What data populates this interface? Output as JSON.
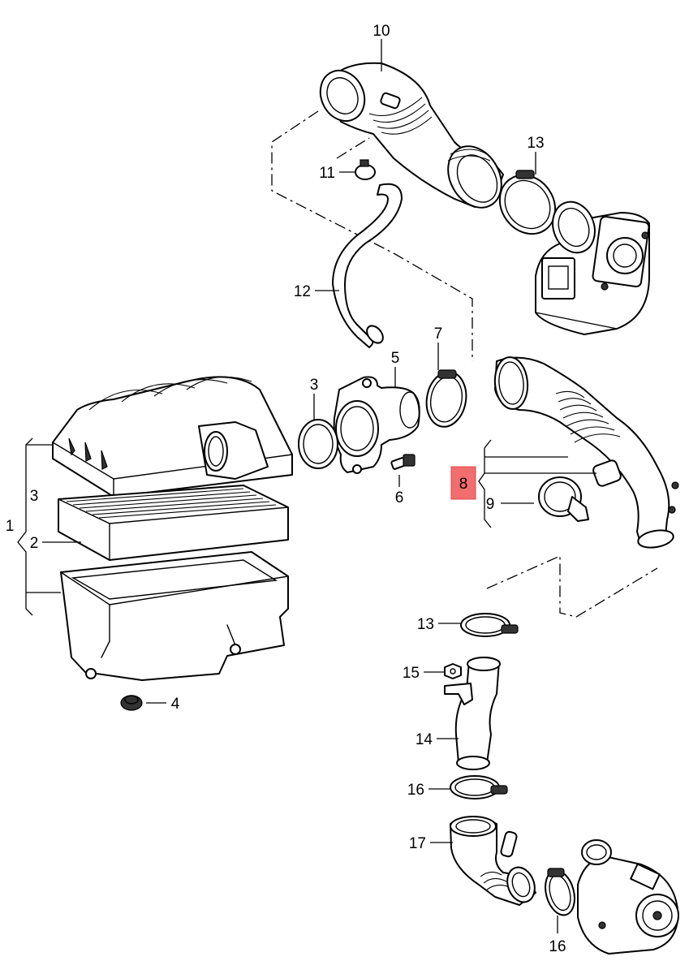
{
  "diagram": {
    "highlight_color": "#f26d6d",
    "callouts": [
      {
        "id": "c10",
        "text": "10"
      },
      {
        "id": "c11",
        "text": "11"
      },
      {
        "id": "c12",
        "text": "12"
      },
      {
        "id": "c13a",
        "text": "13"
      },
      {
        "id": "c7",
        "text": "7"
      },
      {
        "id": "c5",
        "text": "5"
      },
      {
        "id": "c3a",
        "text": "3"
      },
      {
        "id": "c3b",
        "text": "3"
      },
      {
        "id": "c1",
        "text": "1"
      },
      {
        "id": "c2",
        "text": "2"
      },
      {
        "id": "c6",
        "text": "6"
      },
      {
        "id": "c8",
        "text": "8"
      },
      {
        "id": "c9",
        "text": "9"
      },
      {
        "id": "c4",
        "text": "4"
      },
      {
        "id": "c13b",
        "text": "13"
      },
      {
        "id": "c15",
        "text": "15"
      },
      {
        "id": "c14",
        "text": "14"
      },
      {
        "id": "c16a",
        "text": "16"
      },
      {
        "id": "c17",
        "text": "17"
      },
      {
        "id": "c16b",
        "text": "16"
      }
    ]
  }
}
